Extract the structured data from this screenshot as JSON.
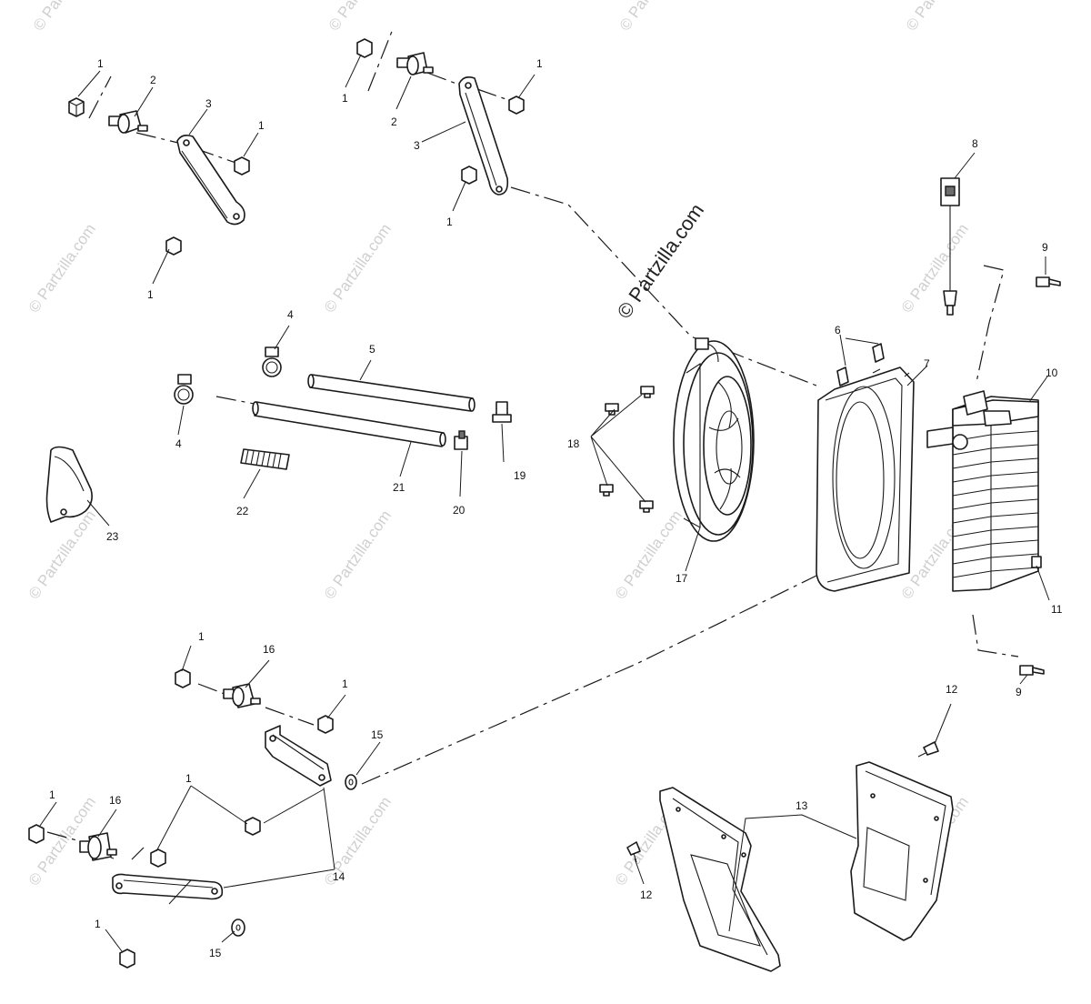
{
  "watermark": {
    "text": "© Partzilla.com",
    "main_text": "© Partzilla.com"
  },
  "callouts": {
    "c1a": "1",
    "c1b": "1",
    "c1c": "1",
    "c1d": "1",
    "c1e": "1",
    "c1f": "1",
    "c1g": "1",
    "c1h": "1",
    "c1i": "1",
    "c1j": "1",
    "c1k": "1",
    "c2a": "2",
    "c2b": "2",
    "c3a": "3",
    "c3b": "3",
    "c4a": "4",
    "c4b": "4",
    "c5": "5",
    "c6": "6",
    "c7": "7",
    "c8": "8",
    "c9a": "9",
    "c9b": "9",
    "c10": "10",
    "c11": "11",
    "c12a": "12",
    "c12b": "12",
    "c13": "13",
    "c14": "14",
    "c15a": "15",
    "c15b": "15",
    "c16a": "16",
    "c16b": "16",
    "c17": "17",
    "c18": "18",
    "c19": "19",
    "c20": "20",
    "c21": "21",
    "c22": "22",
    "c23": "23"
  }
}
